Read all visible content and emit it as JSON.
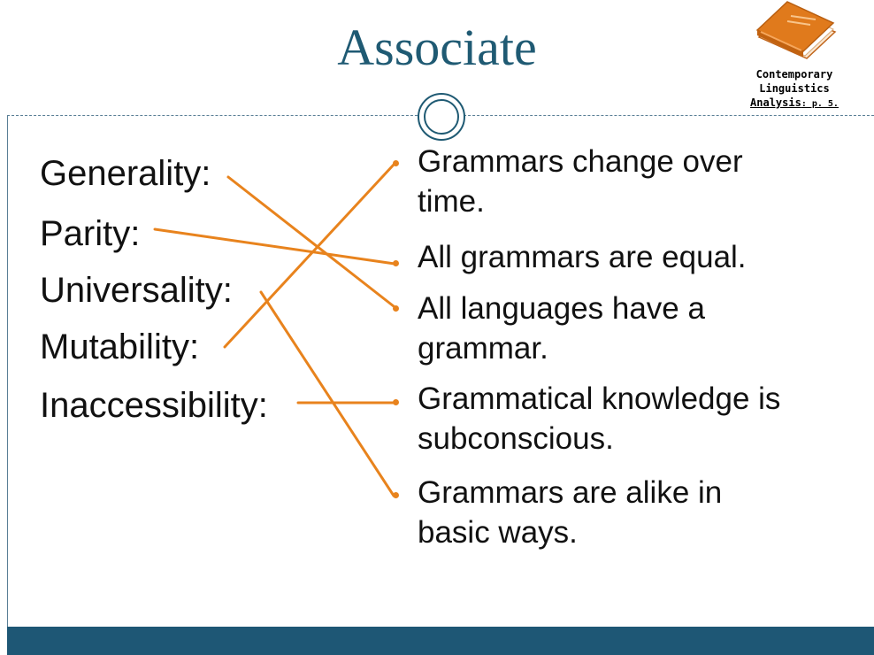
{
  "title": "Associate",
  "reference": {
    "line1": "Contemporary",
    "line2": "Linguistics",
    "line3_main": "Analysis",
    "line3_small": ": p. 5."
  },
  "terms": [
    "Generality:",
    "Parity:",
    "Universality:",
    "Mutability:",
    "Inaccessibility:"
  ],
  "definitions": [
    [
      "Grammars change over",
      "time."
    ],
    [
      "All grammars are equal."
    ],
    [
      "All languages have a",
      "grammar."
    ],
    [
      "Grammatical knowledge is",
      "subconscious."
    ],
    [
      "Grammars are alike in",
      "basic ways."
    ]
  ],
  "colors": {
    "title": "#1f5a73",
    "accent_orange": "#e8831d",
    "footer": "#1e5775",
    "book_cover": "#e07a1c"
  },
  "icons": [
    "book-icon",
    "double-circle-icon"
  ]
}
